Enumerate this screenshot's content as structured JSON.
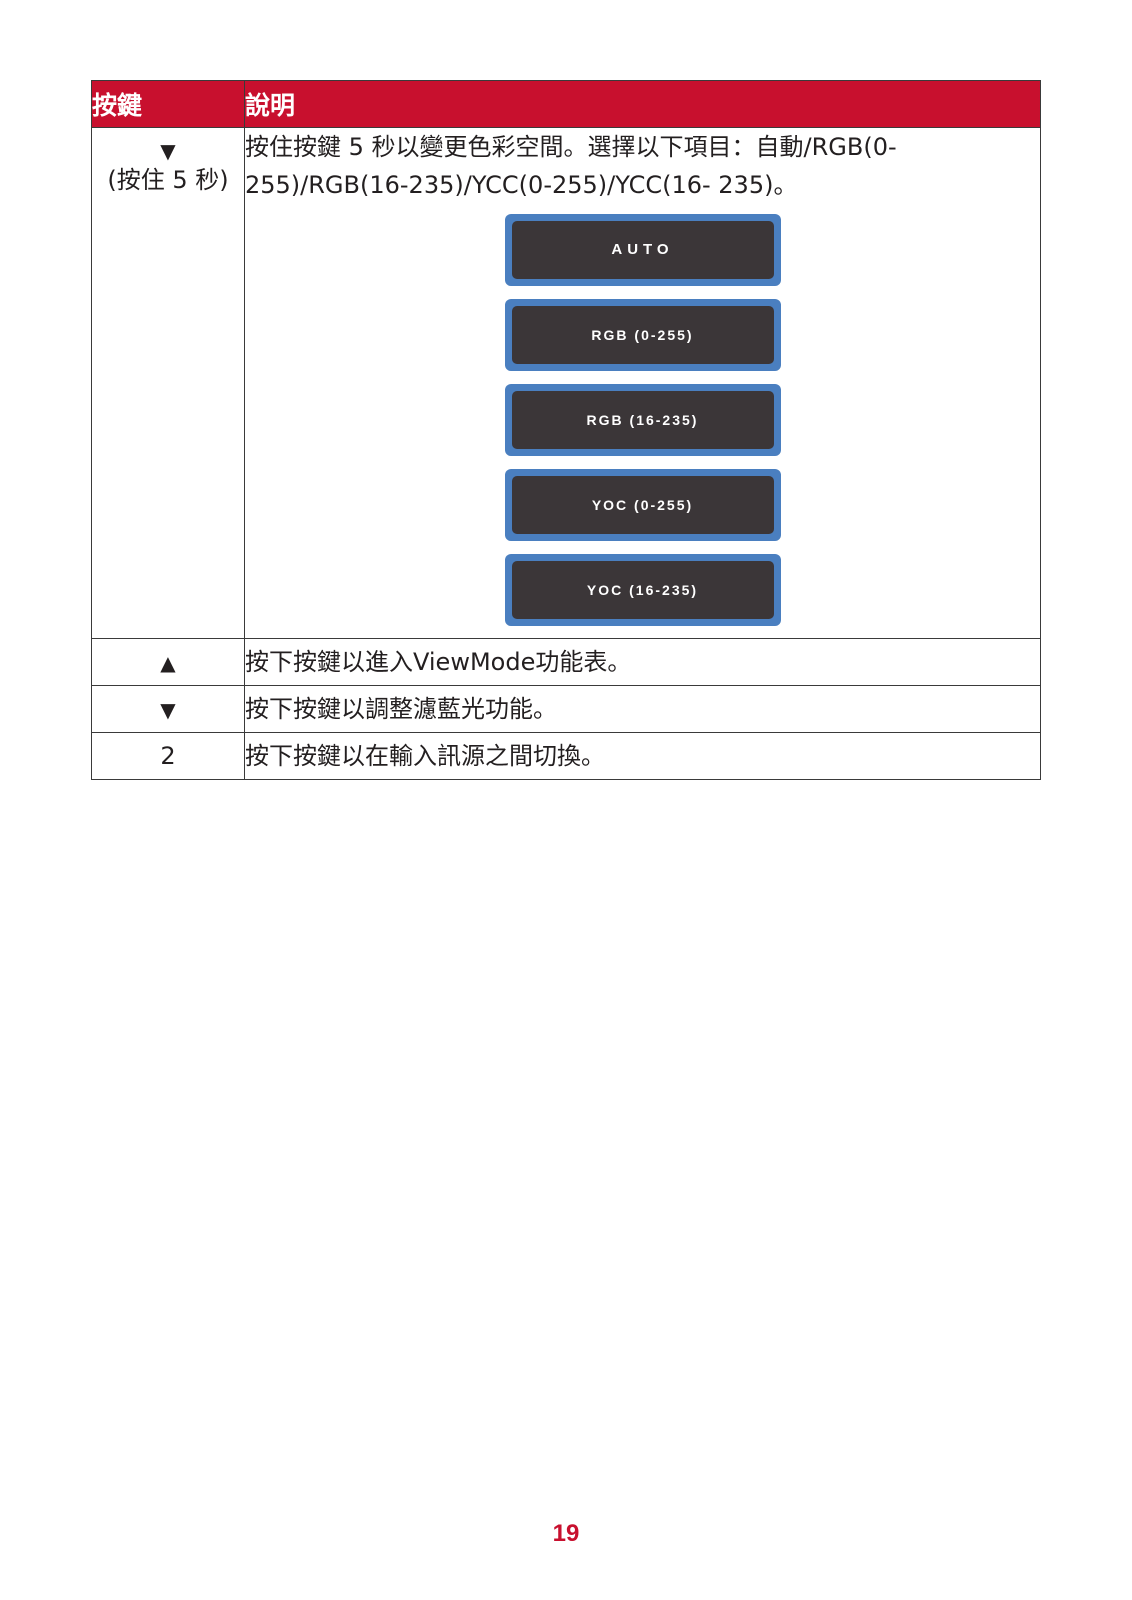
{
  "table": {
    "header": {
      "key": "按鍵",
      "description": "說明"
    },
    "rows": [
      {
        "key_symbol": "▼",
        "key_note": "(按住 5 秒)",
        "description": "按住按鍵 5 秒以變更色彩空間。選擇以下項目：自動/RGB(0-255)/RGB(16-235)/YCC(0-255)/YCC(16- 235)。",
        "options": [
          "AUTO",
          "RGB (0-255)",
          "RGB (16-235)",
          "YOC (0-255)",
          "YOC (16-235)"
        ]
      },
      {
        "key_symbol": "▲",
        "description": "按下按鍵以進入ViewMode功能表。"
      },
      {
        "key_symbol": "▼",
        "description": "按下按鍵以調整濾藍光功能。"
      },
      {
        "key_symbol": "2",
        "description": "按下按鍵以在輸入訊源之間切換。"
      }
    ]
  },
  "page_number": "19",
  "colors": {
    "header_bg": "#c8102e",
    "option_border": "#4a7fc0",
    "option_bg": "#3b3638",
    "page_number": "#c8102e"
  }
}
